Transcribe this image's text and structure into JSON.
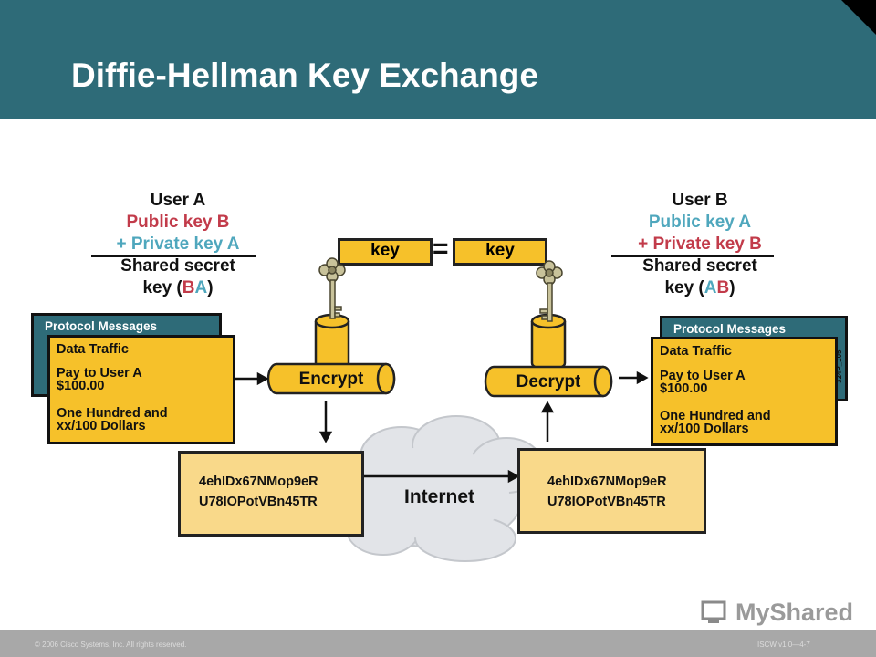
{
  "slide": {
    "title": "Diffie-Hellman Key Exchange",
    "copyright": "© 2006 Cisco Systems, Inc. All rights reserved.",
    "course_code": "ISCW v1.0—4-7",
    "figure_id": "324P_105",
    "watermark": "MyShared"
  },
  "user_a": {
    "name": "User A",
    "public_key": "Public key B",
    "private_key": "+ Private key A",
    "shared_secret": "Shared secret",
    "key_prefix": "key (",
    "key_b": "B",
    "key_a": "A",
    "key_suffix": ")"
  },
  "user_b": {
    "name": "User B",
    "public_key": "Public key A",
    "private_key": "+ Private key B",
    "shared_secret": "Shared secret",
    "key_prefix": "key (",
    "key_a": "A",
    "key_b": "B",
    "key_suffix": ")"
  },
  "keys": {
    "left": "key",
    "equals": "=",
    "right": "key"
  },
  "message": {
    "header": "Protocol Messages",
    "traffic": "Data Traffic",
    "line1": "Pay to User A",
    "line2": "$100.00",
    "line3": "One Hundred and",
    "line4": "xx/100 Dollars"
  },
  "encrypt_label": "Encrypt",
  "decrypt_label": "Decrypt",
  "ciphertext": {
    "line1": "4ehIDx67NMop9eR",
    "line2": "U78IOPotVBn45TR"
  },
  "network_label": "Internet",
  "colors": {
    "header": "#2e6b78",
    "gold": "#f6c12a",
    "light_gold": "#f9d98a",
    "red": "#c23b4a",
    "blue": "#4fa7bd"
  }
}
